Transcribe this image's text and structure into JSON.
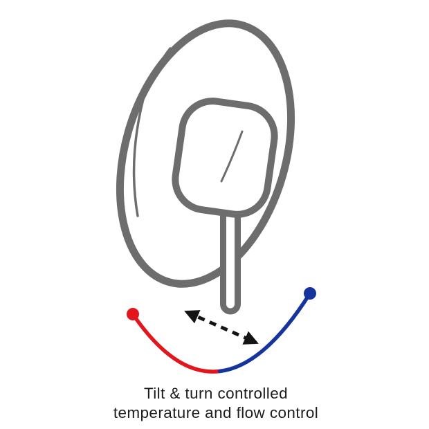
{
  "illustration": {
    "name": "tilt-turn-shower-valve-diagram",
    "caption": {
      "line1": "Tilt & turn controlled",
      "line2": "temperature and flow control"
    }
  },
  "colors": {
    "gray": "#6d6d6d",
    "red": "#e2161d",
    "blue": "#16349d",
    "arrow": "#141414",
    "text": "#1c1c1c"
  }
}
